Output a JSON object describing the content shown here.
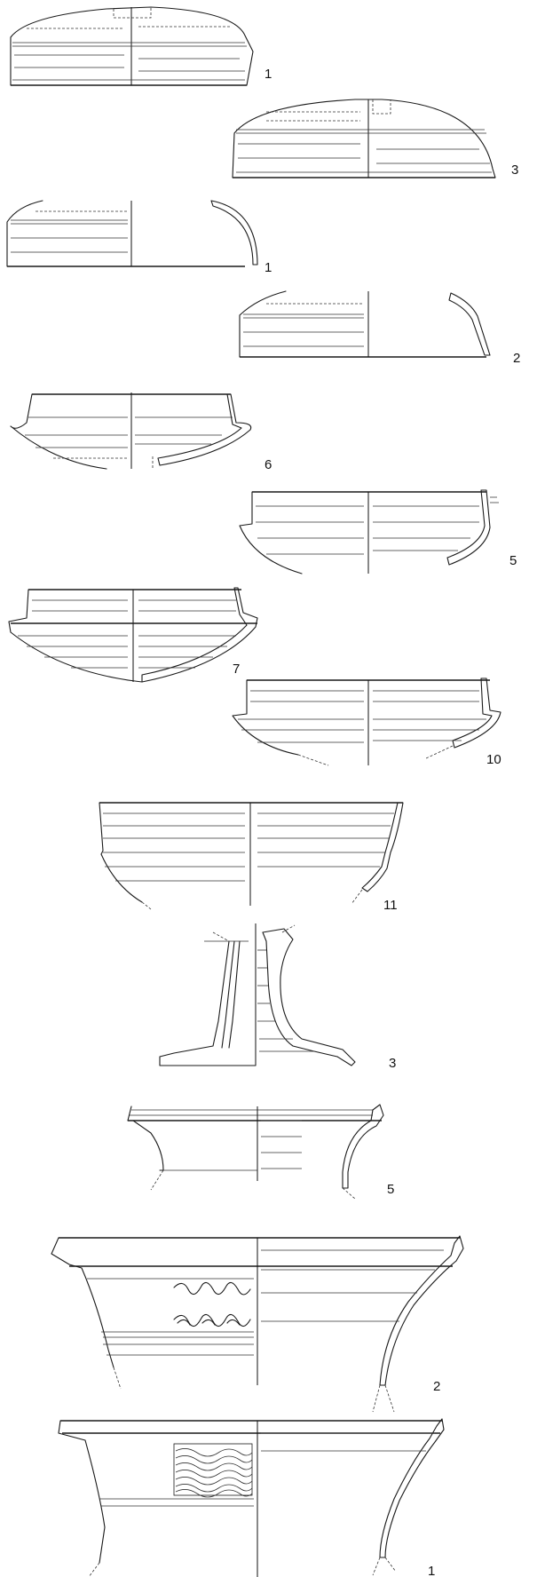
{
  "figure": {
    "vessels": [
      {
        "id": "v1",
        "label": "1"
      },
      {
        "id": "v2",
        "label": "3"
      },
      {
        "id": "v3",
        "label": "1"
      },
      {
        "id": "v4",
        "label": "2"
      },
      {
        "id": "v5",
        "label": "6"
      },
      {
        "id": "v6",
        "label": "5"
      },
      {
        "id": "v7",
        "label": "7"
      },
      {
        "id": "v8",
        "label": "10"
      },
      {
        "id": "v9",
        "label": "11"
      },
      {
        "id": "v10",
        "label": "3"
      },
      {
        "id": "v11",
        "label": "5"
      },
      {
        "id": "v12",
        "label": "2"
      },
      {
        "id": "v13",
        "label": "1"
      }
    ]
  }
}
